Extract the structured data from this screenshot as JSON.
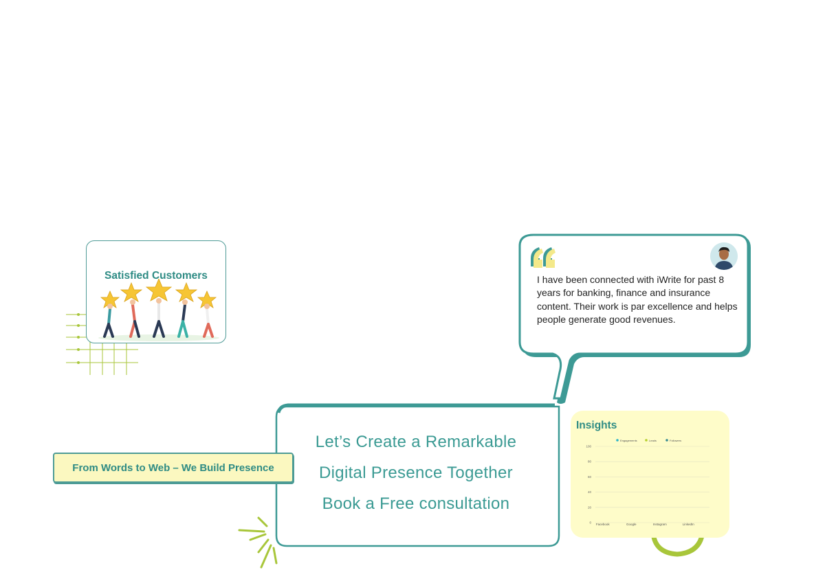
{
  "satisfied": {
    "title": "Satisfied Customers"
  },
  "testimonial": {
    "text": "I have been connected with iWrite for past 8 years for banking, finance and insurance content. Their work is par excellence and helps people generate good revenues."
  },
  "cta": {
    "line1": "Let’s Create a Remarkable",
    "line2": "Digital Presence Together",
    "line3": "Book a Free consultation"
  },
  "tagline": "From Words to Web – We Build Presence",
  "insights": {
    "title": "Insights",
    "chart_data": {
      "type": "bar",
      "categories": [
        "Facebook",
        "Google",
        "Instagram",
        "LinkedIn"
      ],
      "series": [
        {
          "name": "Engagements",
          "values": [],
          "color": "#2bb3c9"
        },
        {
          "name": "Leads",
          "values": [],
          "color": "#b6cf2b"
        },
        {
          "name": "Followers",
          "values": [],
          "color": "#3a8b92"
        }
      ],
      "yticks": [
        "0",
        "20",
        "40",
        "60",
        "80",
        "100"
      ],
      "ylim": [
        0,
        100
      ],
      "grid": true,
      "legend": "top"
    }
  },
  "colors": {
    "teal": "#3a9a93",
    "lime": "#a8c63a",
    "cream": "#fefcc9"
  },
  "icons": [
    "quote-icon",
    "avatar",
    "stars-illustration",
    "burst-decoration",
    "grid-decoration",
    "ring-decoration"
  ]
}
